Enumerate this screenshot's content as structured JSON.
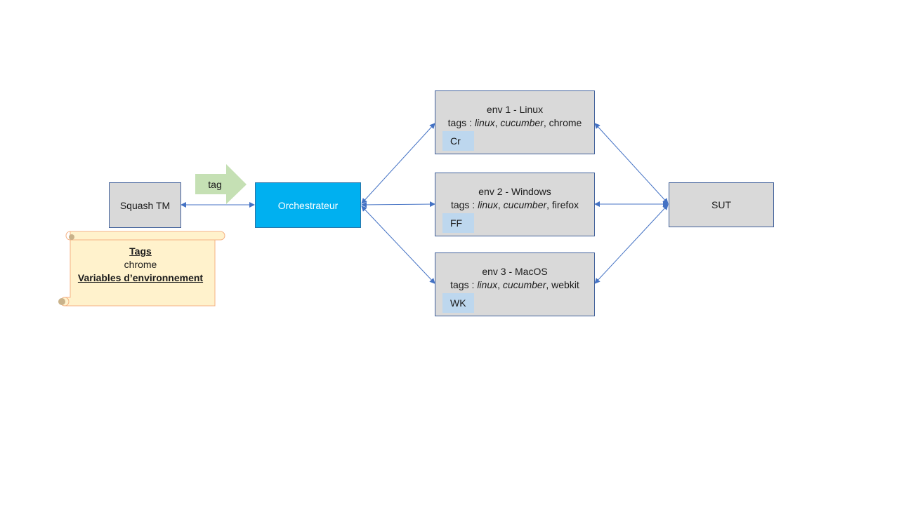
{
  "nodes": {
    "squash": "Squash TM",
    "orchestrator": "Orchestrateur",
    "sut": "SUT",
    "tag_arrow": "tag"
  },
  "envs": [
    {
      "title": "env 1 - Linux",
      "tags_prefix": "tags : ",
      "tag1": "linux",
      "tag2": "cucumber",
      "tag3": "chrome",
      "badge": "Cr"
    },
    {
      "title": "env 2 - Windows",
      "tags_prefix": "tags : ",
      "tag1": "linux",
      "tag2": "cucumber",
      "tag3": "firefox",
      "badge": "FF"
    },
    {
      "title": "env 3 - MacOS",
      "tags_prefix": "tags : ",
      "tag1": "linux",
      "tag2": "cucumber",
      "tag3": "webkit",
      "badge": "WK"
    }
  ],
  "scroll": {
    "heading1": "Tags",
    "value1": "chrome",
    "heading2": "Variables d’environnement"
  },
  "colors": {
    "orchestrator": "#00b0f0",
    "box": "#d9d9d9",
    "badge": "#bdd7ee",
    "connector": "#4472c4",
    "tag_arrow": "#c5e0b4",
    "scroll": "#fff2cc"
  }
}
